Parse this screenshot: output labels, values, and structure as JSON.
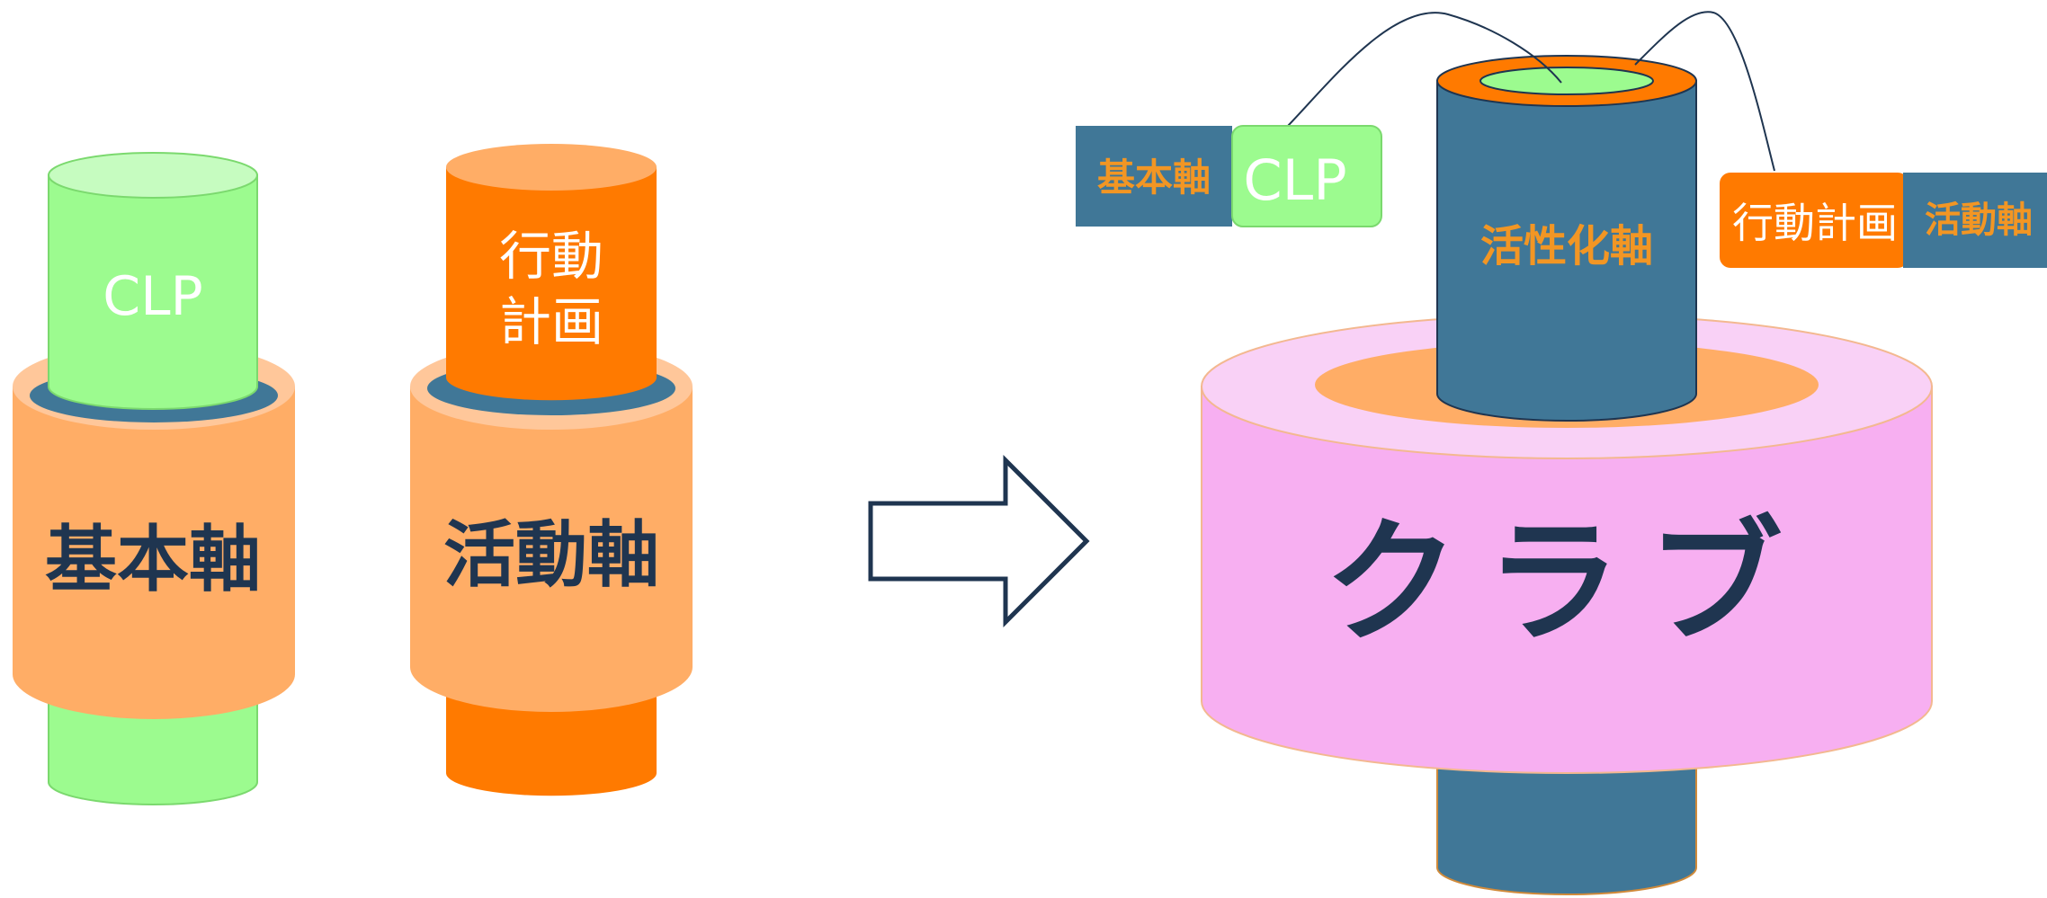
{
  "left_diagram": {
    "cylinder1": {
      "core_label": "CLP",
      "sleeve_label": "基本軸"
    },
    "cylinder2": {
      "core_label_line1": "行動",
      "core_label_line2": "計画",
      "sleeve_label": "活動軸"
    }
  },
  "right_diagram": {
    "center_core_label": "活性化軸",
    "base_label": "クラブ",
    "tag_left": {
      "part1": "基本軸",
      "part2": "CLP"
    },
    "tag_right": {
      "part1": "行動計画",
      "part2": "活動軸"
    }
  },
  "colors": {
    "green_light": "#9CFB8F",
    "green_top": "#C6FCC0",
    "orange_core": "#FF7A00",
    "peach": "#FFAD66",
    "peach_top": "#FFC79A",
    "teal": "#407797",
    "pink": "#F7AFF1",
    "pink_top": "#F9D1F6",
    "dark_navy": "#1F3550",
    "label_orange": "#F29624",
    "white": "#FFFFFF"
  }
}
